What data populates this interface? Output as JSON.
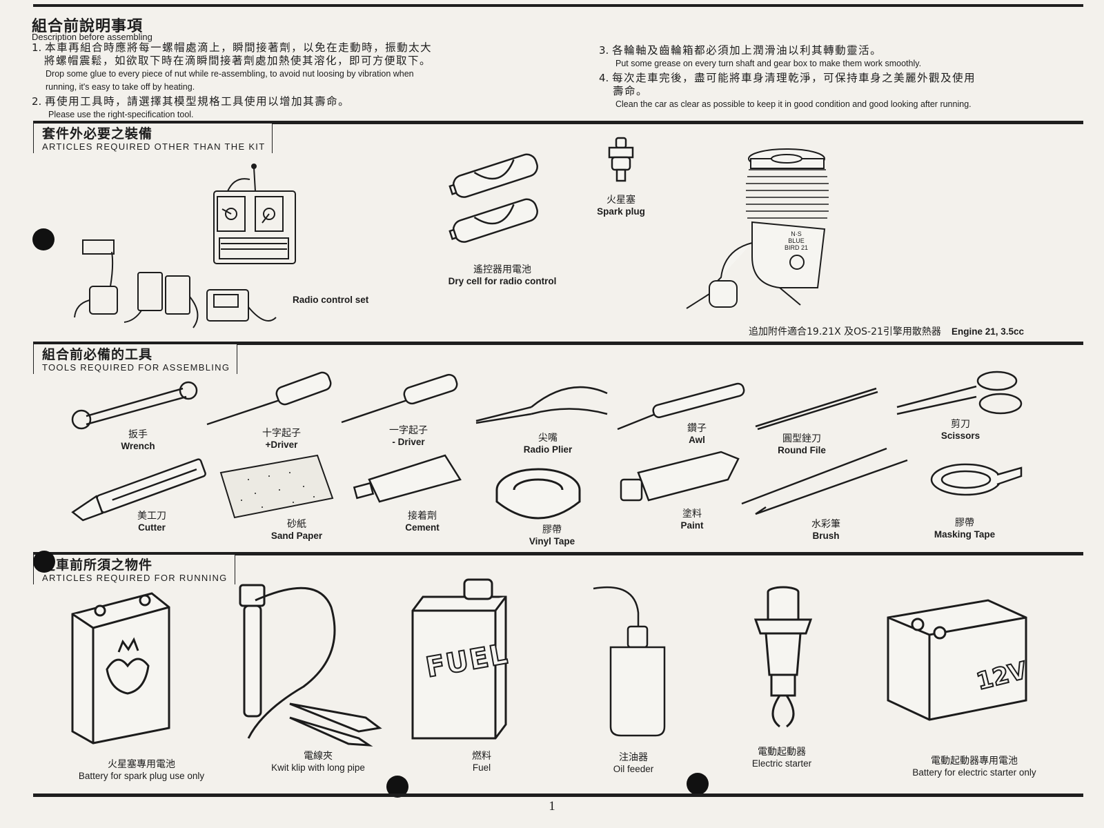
{
  "description": {
    "title": "組合前說明事項",
    "subtitle": "Description before assembling",
    "notes": [
      {
        "num": "1.",
        "zh1": "本車再組合時應將每一螺帽處滴上，瞬間接著劑，以免在走動時，振動太大",
        "zh2": "將螺帽震鬆，如欲取下時在滴瞬間接著劑處加熱使其溶化，即可方便取下。",
        "en1": "Drop some glue to every piece of nut while re-assembling, to avoid nut loosing by vibration when",
        "en2": "running, it's easy to take off by heating."
      },
      {
        "num": "2.",
        "zh1": "再使用工具時，請選擇其模型規格工具使用以增加其壽命。",
        "en1": "Please use the right-specification tool."
      },
      {
        "num": "3.",
        "zh1": "各輪軸及齒輪箱都必須加上潤滑油以利其轉動靈活。",
        "en1": "Put some grease on every turn shaft and gear box to make them work smoothly."
      },
      {
        "num": "4.",
        "zh1": "每次走車完後，盡可能將車身清理乾淨，可保持車身之美麗外觀及使用",
        "zh2": "壽命。",
        "en1": "Clean the car as clear as possible to keep it in good condition and good looking after running."
      }
    ]
  },
  "sections": {
    "kit": {
      "zh": "套件外必要之裝備",
      "en": "ARTICLES REQUIRED OTHER THAN THE KIT",
      "radio": "Radio control set",
      "dry_cell": {
        "zh": "遙控器用電池",
        "en": "Dry cell for radio control"
      },
      "spark_plug": {
        "zh": "火星塞",
        "en": "Spark plug"
      },
      "engine": {
        "zh": "追加附件適合19.21X 及OS-21引擎用散熱器",
        "en": "Engine 21, 3.5cc",
        "badge": "N·S BLUE BIRD 21"
      }
    },
    "tools": {
      "zh": "組合前必備的工具",
      "en": "TOOLS REQUIRED FOR ASSEMBLING",
      "items": [
        {
          "zh": "扳手",
          "en": "Wrench"
        },
        {
          "zh": "十字起子",
          "en": "+Driver"
        },
        {
          "zh": "一字起子",
          "en": "- Driver"
        },
        {
          "zh": "尖嘴",
          "en": "Radio Plier"
        },
        {
          "zh": "鑽子",
          "en": "Awl"
        },
        {
          "zh": "圓型銼刀",
          "en": "Round File"
        },
        {
          "zh": "剪刀",
          "en": "Scissors"
        },
        {
          "zh": "美工刀",
          "en": "Cutter"
        },
        {
          "zh": "砂紙",
          "en": "Sand Paper"
        },
        {
          "zh": "接着劑",
          "en": "Cement"
        },
        {
          "zh": "膠帶",
          "en": "Vinyl Tape"
        },
        {
          "zh": "塗料",
          "en": "Paint"
        },
        {
          "zh": "水彩筆",
          "en": "Brush"
        },
        {
          "zh": "膠帶",
          "en": "Masking Tape"
        }
      ]
    },
    "running": {
      "zh": "走車前所須之物件",
      "en": "ARTICLES REQUIRED FOR RUNNING",
      "items": [
        {
          "zh": "火星塞專用電池",
          "en": "Battery for spark plug use only"
        },
        {
          "zh": "電線夾",
          "en": "Kwit klip with long pipe"
        },
        {
          "zh": "燃料",
          "en": "Fuel",
          "can": "FUEL"
        },
        {
          "zh": "注油器",
          "en": "Oil feeder"
        },
        {
          "zh": "電動起動器",
          "en": "Electric starter"
        },
        {
          "zh": "電動起動器專用電池",
          "en": "Battery for electric starter only",
          "badge": "12V"
        }
      ]
    }
  },
  "page_number": "1"
}
